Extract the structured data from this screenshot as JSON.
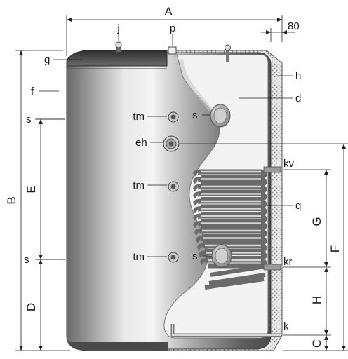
{
  "diagram": {
    "dimension_labels": {
      "A": "A",
      "B": "B",
      "C": "C",
      "D": "D",
      "E": "E",
      "F": "F",
      "G": "G",
      "H": "H",
      "offset": "80"
    },
    "part_labels": {
      "j": "j",
      "p": "p",
      "g": "g",
      "h": "h",
      "f": "f",
      "d": "d",
      "s_left_upper": "s",
      "s_left_lower": "s",
      "tm_top": "tm",
      "tm_mid": "tm",
      "tm_bottom": "tm",
      "s_inner_upper": "s",
      "s_inner_lower": "s",
      "eh": "eh",
      "kv": "kv",
      "q": "q",
      "kr": "kr",
      "k": "k"
    },
    "colors": {
      "tank_dark": "#5a5a5a",
      "tank_light": "#d8d8d8",
      "insulation_fill": "#e6e6e6",
      "coil": "#8c8c8c"
    }
  }
}
